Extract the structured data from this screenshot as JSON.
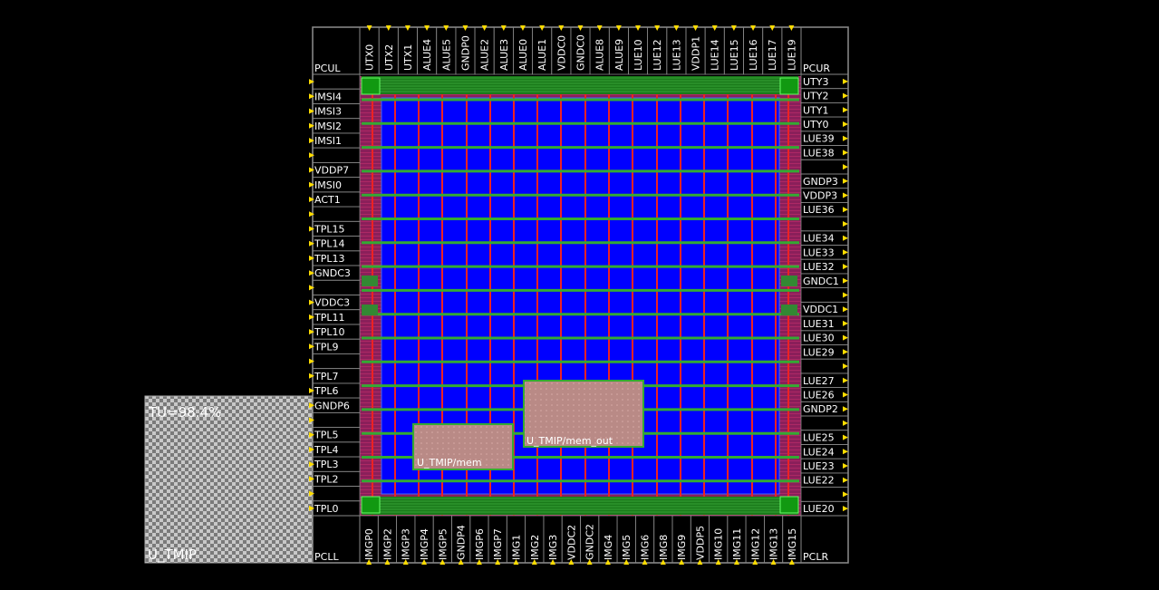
{
  "layout_view": {
    "corners": {
      "ul": "PCUL",
      "ur": "PCUR",
      "ll": "PCLL",
      "lr": "PCLR"
    },
    "top_pads": [
      "UTX0",
      "UTX2",
      "UTX1",
      "ALUE4",
      "ALUE5",
      "GNDP0",
      "ALUE2",
      "ALUE3",
      "ALUE0",
      "ALUE1",
      "VDDC0",
      "GNDC0",
      "ALUE8",
      "ALUE9",
      "LUE10",
      "LUE12",
      "LUE13",
      "VDDP1",
      "LUE14",
      "LUE15",
      "LUE16",
      "LUE17",
      "LUE19"
    ],
    "bottom_pads": [
      "IMGP0",
      "IMGP2",
      "IMGP3",
      "IMGP4",
      "IMGP5",
      "GNDP4",
      "IMGP6",
      "IMGP7",
      "IMG1",
      "IMG2",
      "IMG3",
      "VDDC2",
      "GNDC2",
      "IMG4",
      "IMG5",
      "IMG6",
      "IMG8",
      "IMG9",
      "VDDP5",
      "IMG10",
      "IMG11",
      "IMG12",
      "IMG13",
      "IMG15"
    ],
    "left_pads": [
      "",
      "IMSI4",
      "IMSI3",
      "IMSI2",
      "IMSI1",
      "",
      "VDDP7",
      "IMSI0",
      "ACT1",
      "",
      "TPL15",
      "TPL14",
      "TPL13",
      "GNDC3",
      "",
      "VDDC3",
      "TPL11",
      "TPL10",
      "TPL9",
      "",
      "TPL7",
      "TPL6",
      "GNDP6",
      "",
      "TPL5",
      "TPL4",
      "TPL3",
      "TPL2",
      "",
      "TPL0"
    ],
    "right_pads": [
      "UTY3",
      "UTY2",
      "UTY1",
      "UTY0",
      "LUE39",
      "LUE38",
      "",
      "GNDP3",
      "VDDP3",
      "LUE36",
      "",
      "LUE34",
      "LUE33",
      "LUE32",
      "GNDC1",
      "",
      "VDDC1",
      "LUE31",
      "LUE30",
      "LUE29",
      "",
      "LUE27",
      "LUE26",
      "GNDP2",
      "",
      "LUE25",
      "LUE24",
      "LUE23",
      "LUE22",
      "",
      "LUE20"
    ],
    "macros": [
      {
        "name": "U_TMIP/mem"
      },
      {
        "name": "U_TMIP/mem_out"
      }
    ],
    "info_panel": {
      "utilization": "TU=98.4%",
      "top_module": "U_TMIP"
    },
    "colors": {
      "core_fill": "#0000ff",
      "ring_red": "#cc2266",
      "stripe_green": "#33aa33",
      "stripe_red": "#ee2222",
      "macro_fill": "#b98a86",
      "pin_yellow": "#ffdd00",
      "pad_outline": "#888888"
    }
  }
}
